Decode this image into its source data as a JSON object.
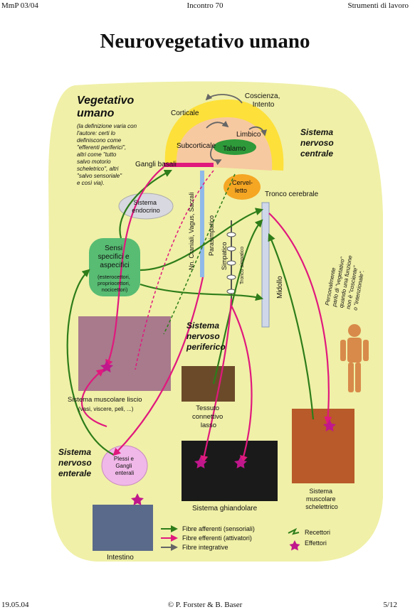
{
  "header": {
    "left": "MmP 03/04",
    "center": "Incontro 70",
    "right": "Strumenti di lavoro"
  },
  "footer": {
    "left": "19.05.04",
    "center": "© P. Forster & B. Baser",
    "right": "5/12"
  },
  "title": "Neurovegetativo umano",
  "diagram": {
    "vegetativo": [
      "Vegetativo",
      "umano"
    ],
    "vegetativo_note": [
      "(la definizione varia con",
      "l'autore: certi lo",
      "definiscono come",
      "\"efferenti periferici\",",
      "altri come \"tutto",
      "salvo motorio",
      "scheletrico\", altri",
      "\"salvo sensoriale\"",
      "e così via)."
    ],
    "snc": [
      "Sistema",
      "nervoso",
      "centrale"
    ],
    "coscienza": [
      "Coscienza,",
      "Intento"
    ],
    "corticale": "Corticale",
    "limbico": "Limbico",
    "subcorticale": "Subcorticale",
    "talamo": "Talamo",
    "gangli": "Gangli basali",
    "cervelletto": [
      "Cervel-",
      "letto"
    ],
    "tronco": "Tronco cerebrale",
    "endocrino": [
      "Sistema",
      "endocrino"
    ],
    "nn_cranial": "Nn. Craniali, Vagus, Sacrali",
    "parasimpatico": "Parasimpatico",
    "simpatico": "Simpatico",
    "tronco_simpatico": "Tronco simpatico",
    "midollo": "Midollo",
    "sensi": [
      "Sensi",
      "specifici e",
      "aspecifici"
    ],
    "sensi_sub": [
      "(esterocettori,",
      "propriocettori,",
      "nocicettori)"
    ],
    "side_note": [
      "Personalmente",
      "parlo di \"vegetativo\"",
      "quando una funzione",
      "non è \"cosciente\"",
      "o \"intenzionale\"."
    ],
    "snp": [
      "Sistema",
      "nervoso",
      "periferico"
    ],
    "liscio": "Sistema muscolare liscio",
    "liscio_sub": "(vasi, viscere, peli, ...)",
    "tessuto": [
      "Tessuto",
      "connettivo",
      "lasso"
    ],
    "sne": [
      "Sistema",
      "nervoso",
      "enterale"
    ],
    "plessi": [
      "Plessi e",
      "Gangli",
      "enterali"
    ],
    "ghiandolare": "Sistema ghiandolare",
    "scheletrico": [
      "Sistema",
      "muscolare",
      "schelettrico"
    ],
    "intestino": "Intestino",
    "legend": {
      "afferenti": "Fibre afferenti (sensoriali)",
      "efferenti": "Fibre efferenti (attivatori)",
      "integrative": "Fibre integrative",
      "recettori": "Recettori",
      "effettori": "Effettori"
    }
  },
  "colors": {
    "background": "#f0f0a8",
    "afferent": "#2e7d1a",
    "efferent": "#e0197d",
    "integrative": "#666666",
    "cortex": "#fde03a",
    "talamo": "#2e9a3a",
    "cervelletto": "#f5a623",
    "sensi": "#3db36a",
    "plessi": "#f0b8e8"
  }
}
